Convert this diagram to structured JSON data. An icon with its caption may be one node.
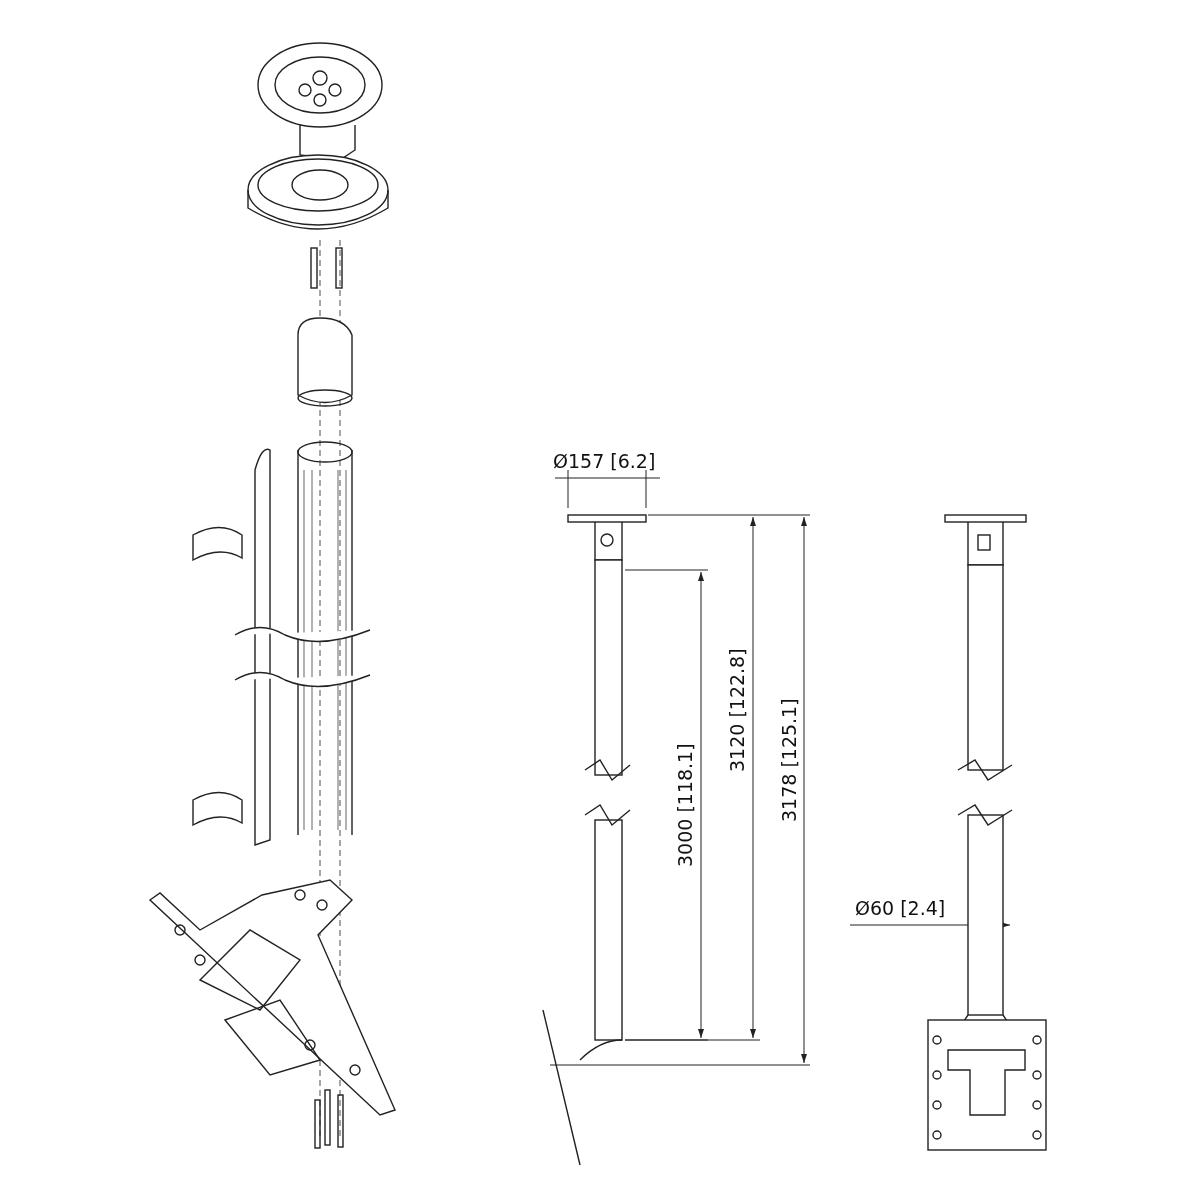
{
  "diagram": {
    "labels": [
      "Ø157 [6.2]",
      "3000 [118.1]",
      "3120 [122.8]",
      "3178 [125.1]",
      "Ø60 [2.4]"
    ]
  }
}
